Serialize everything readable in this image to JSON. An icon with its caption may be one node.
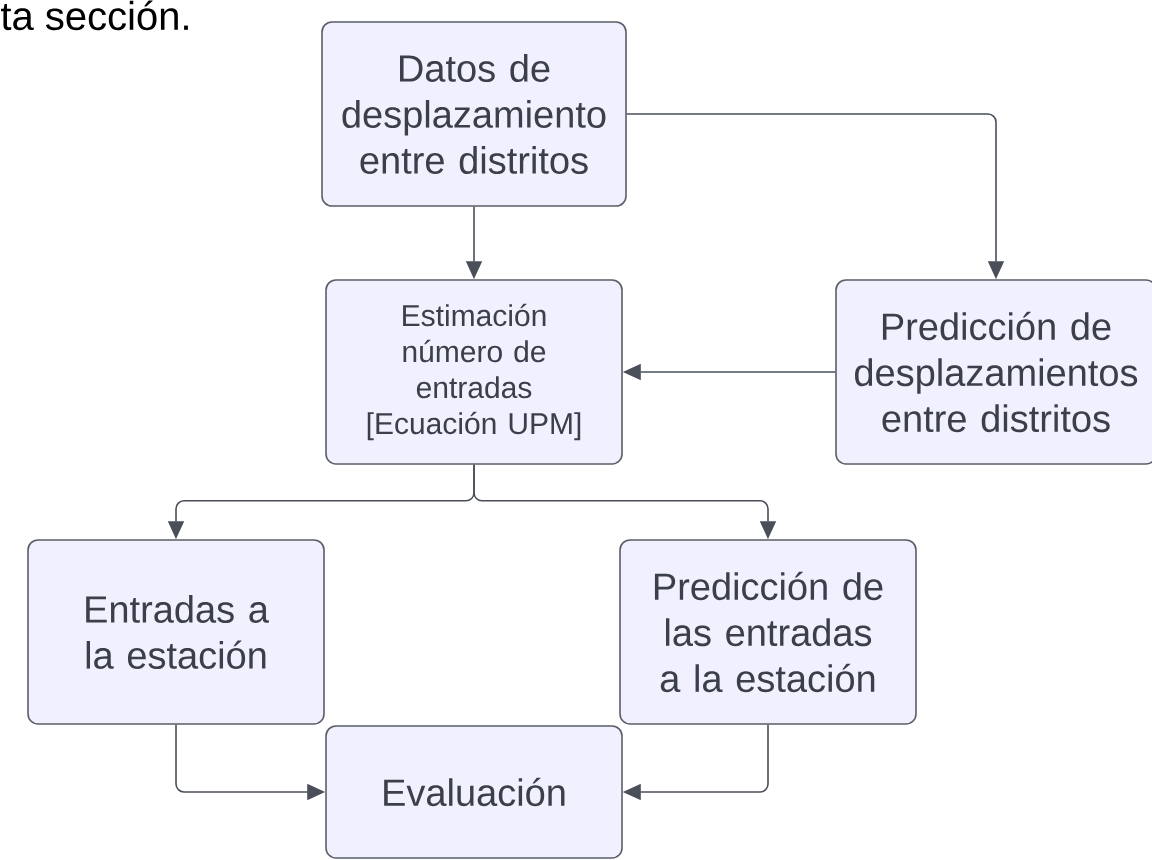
{
  "diagram": {
    "nodes": [
      {
        "text": [
          "Datos de desplazamiento entre distritos"
        ]
      },
      {
        "text": [
          "Estimación número de entradas [Ecuación UPM]"
        ]
      },
      {
        "text": [
          "Predicción de desplazamientos entre distritos"
        ]
      },
      {
        "text": [
          "Entradas a la estación"
        ]
      },
      {
        "text": [
          "Predicción de las entradas a la estación"
        ]
      },
      {
        "text": [
          "Evaluación"
        ]
      }
    ],
    "edges": [
      {
        "from": 0,
        "to": 1,
        "arrow": "to"
      },
      {
        "from": 0,
        "to": 2,
        "arrow": "to"
      },
      {
        "from": 2,
        "to": 1,
        "arrow": "to"
      },
      {
        "from": 1,
        "to": 3,
        "arrow": "to"
      },
      {
        "from": 1,
        "to": 4,
        "arrow": "to"
      },
      {
        "from": 3,
        "to": 5,
        "arrow": "to"
      },
      {
        "from": 4,
        "to": 5,
        "arrow": "to"
      }
    ],
    "labels": [
      "ta sección."
    ]
  }
}
